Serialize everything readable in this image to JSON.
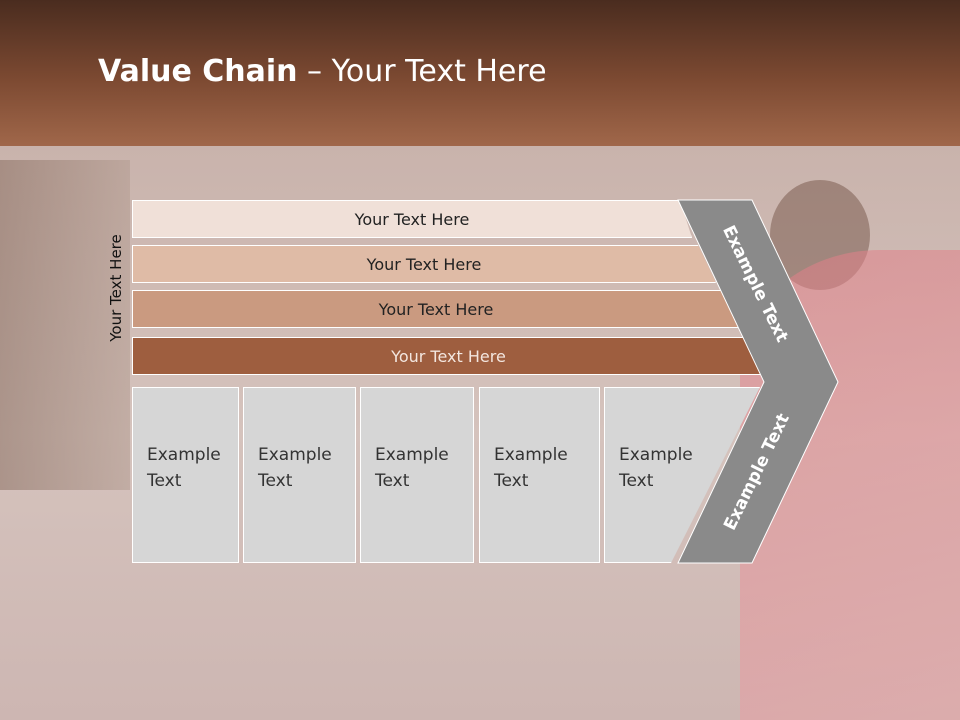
{
  "title": {
    "bold": "Value Chain",
    "rest": " – Your Text Here"
  },
  "side_label": "Your Text Here",
  "bars": [
    {
      "label": "Your Text Here",
      "color": "#f0e0d8"
    },
    {
      "label": "Your Text Here",
      "color": "#dfbba6"
    },
    {
      "label": "Your Text Here",
      "color": "#ca9a80"
    },
    {
      "label": "Your Text Here",
      "color": "#9e5e3f"
    }
  ],
  "boxes": [
    {
      "line1": "Example",
      "line2": "Text"
    },
    {
      "line1": "Example",
      "line2": "Text"
    },
    {
      "line1": "Example",
      "line2": "Text"
    },
    {
      "line1": "Example",
      "line2": "Text"
    },
    {
      "line1": "Example",
      "line2": "Text"
    }
  ],
  "chevron": {
    "upper_text": "Example Text",
    "lower_text": "Example Text",
    "color": "#8a8a8a"
  }
}
